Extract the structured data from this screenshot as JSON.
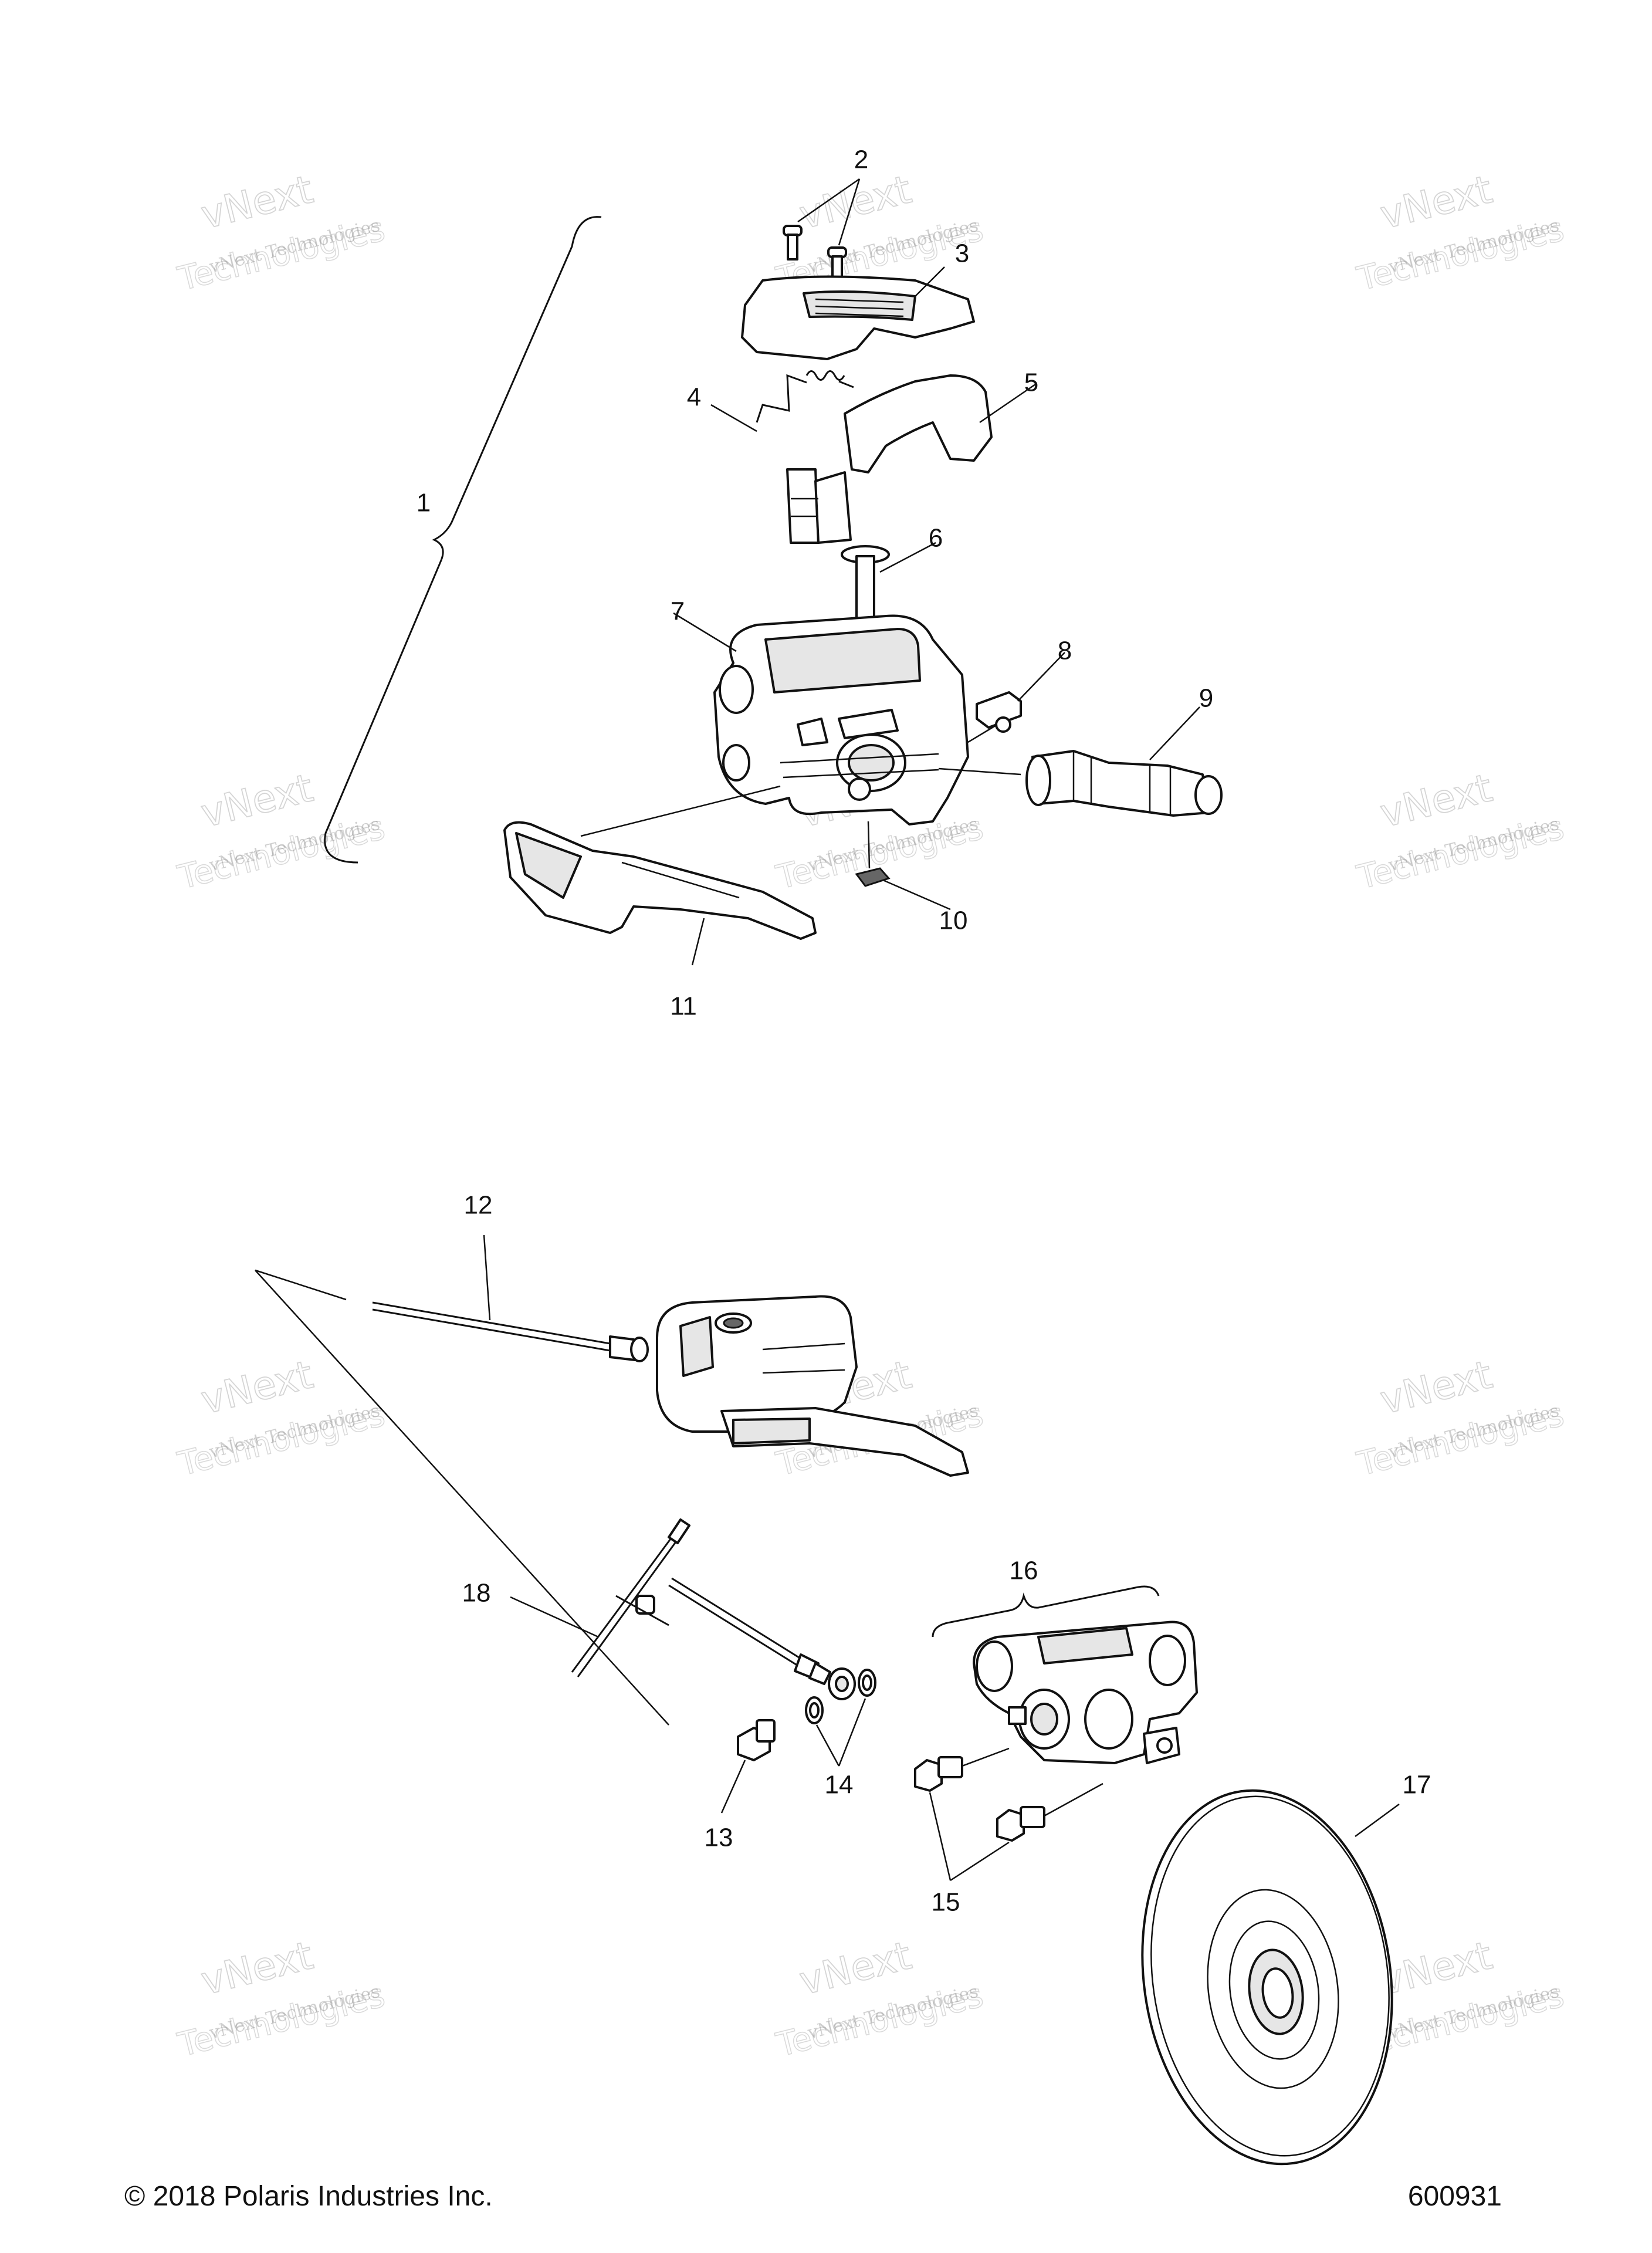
{
  "callouts": [
    {
      "id": "1",
      "label": "1"
    },
    {
      "id": "2",
      "label": "2"
    },
    {
      "id": "3",
      "label": "3"
    },
    {
      "id": "4",
      "label": "4"
    },
    {
      "id": "5",
      "label": "5"
    },
    {
      "id": "6",
      "label": "6"
    },
    {
      "id": "7",
      "label": "7"
    },
    {
      "id": "8",
      "label": "8"
    },
    {
      "id": "9",
      "label": "9"
    },
    {
      "id": "10",
      "label": "10"
    },
    {
      "id": "11",
      "label": "11"
    },
    {
      "id": "12",
      "label": "12"
    },
    {
      "id": "13",
      "label": "13"
    },
    {
      "id": "14",
      "label": "14"
    },
    {
      "id": "15",
      "label": "15"
    },
    {
      "id": "16",
      "label": "16"
    },
    {
      "id": "17",
      "label": "17"
    },
    {
      "id": "18",
      "label": "18"
    }
  ],
  "watermark": {
    "line1": "vNext Technologies",
    "line2": "vNext",
    "line3": "Technologies"
  },
  "footer": {
    "copyright": "© 2018 Polaris Industries Inc.",
    "drawing_number": "600931"
  }
}
